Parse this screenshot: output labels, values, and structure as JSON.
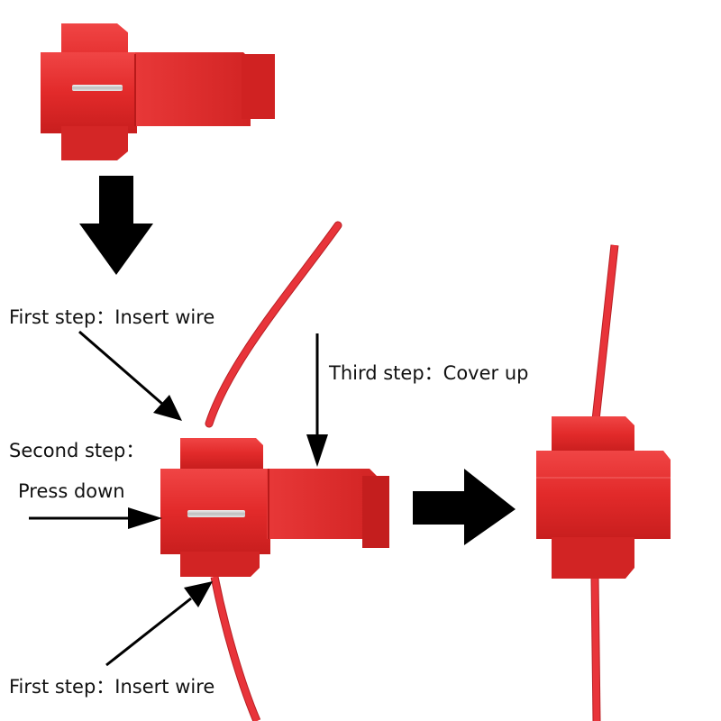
{
  "labels": {
    "first_step_top": "First step：Insert wire",
    "second_step_line1": "Second step：",
    "second_step_line2": "Press down",
    "third_step": "Third step：Cover up",
    "first_step_bottom": "First step：Insert wire"
  },
  "colors": {
    "connector_red": "#e52a2a",
    "wire_red": "#e8343a",
    "arrow_black": "#000000",
    "background": "#ffffff"
  }
}
